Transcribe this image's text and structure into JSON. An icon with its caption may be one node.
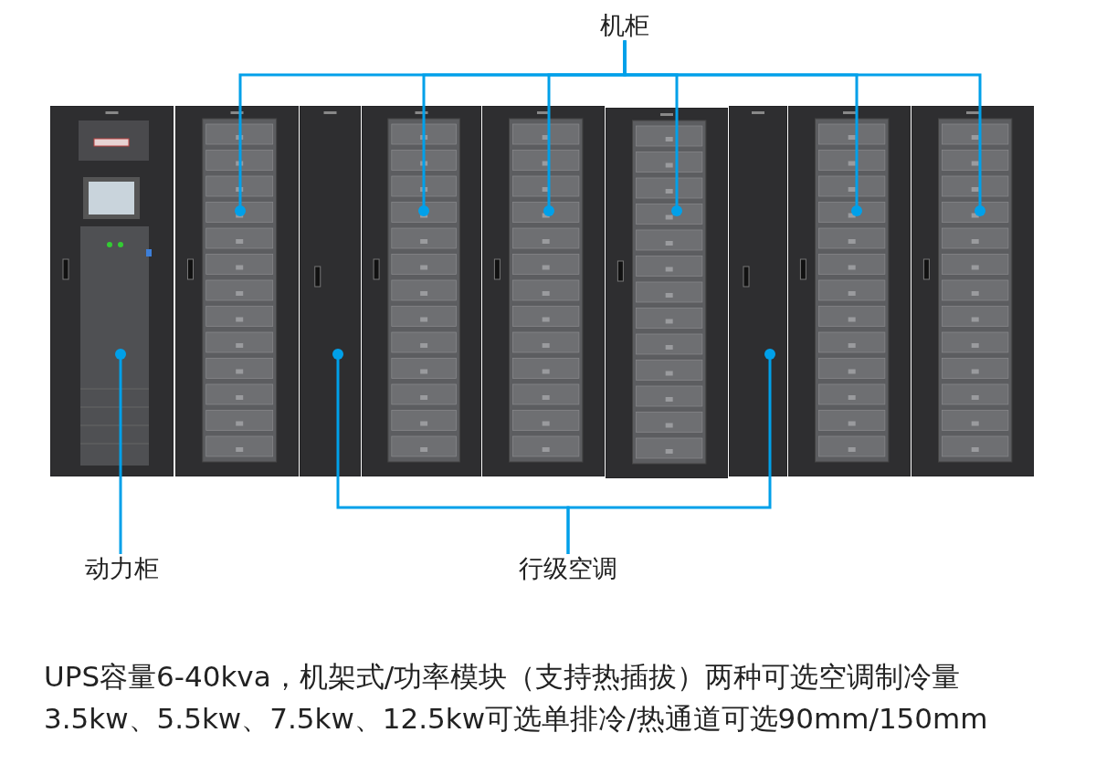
{
  "diagram": {
    "nodes": [
      {
        "text": [
          "机柜"
        ]
      },
      {
        "text": [
          "动力柜"
        ]
      },
      {
        "text": [
          "行级空调"
        ]
      },
      {
        "text": [],
        "shape": "picture"
      },
      {
        "text": [],
        "shape": "picture"
      },
      {
        "text": [],
        "shape": "picture"
      },
      {
        "text": [],
        "shape": "picture"
      },
      {
        "text": [],
        "shape": "picture"
      },
      {
        "text": [],
        "shape": "picture"
      },
      {
        "text": [],
        "shape": "picture"
      },
      {
        "text": [],
        "shape": "picture"
      },
      {
        "text": [],
        "shape": "picture"
      }
    ],
    "edges": [
      {
        "from": 0,
        "to": 4,
        "arrow": "other"
      },
      {
        "from": 0,
        "to": 6,
        "arrow": "other"
      },
      {
        "from": 0,
        "to": 7,
        "arrow": "other"
      },
      {
        "from": 0,
        "to": 8,
        "arrow": "other"
      },
      {
        "from": 0,
        "to": 10,
        "arrow": "other"
      },
      {
        "from": 0,
        "to": 11,
        "arrow": "other"
      },
      {
        "from": 1,
        "to": 3,
        "arrow": "other"
      },
      {
        "from": 2,
        "to": 5,
        "arrow": "other"
      },
      {
        "from": 2,
        "to": 9,
        "arrow": "other"
      }
    ],
    "labels": [
      "UPS容量6-40kva，机架式/功率模块（支持热插拔）两种可选空调制冷量3.5kw、5.5kw、7.5kw、12.5kw可选单排冷/热通道可选90mm/150mm"
    ]
  }
}
